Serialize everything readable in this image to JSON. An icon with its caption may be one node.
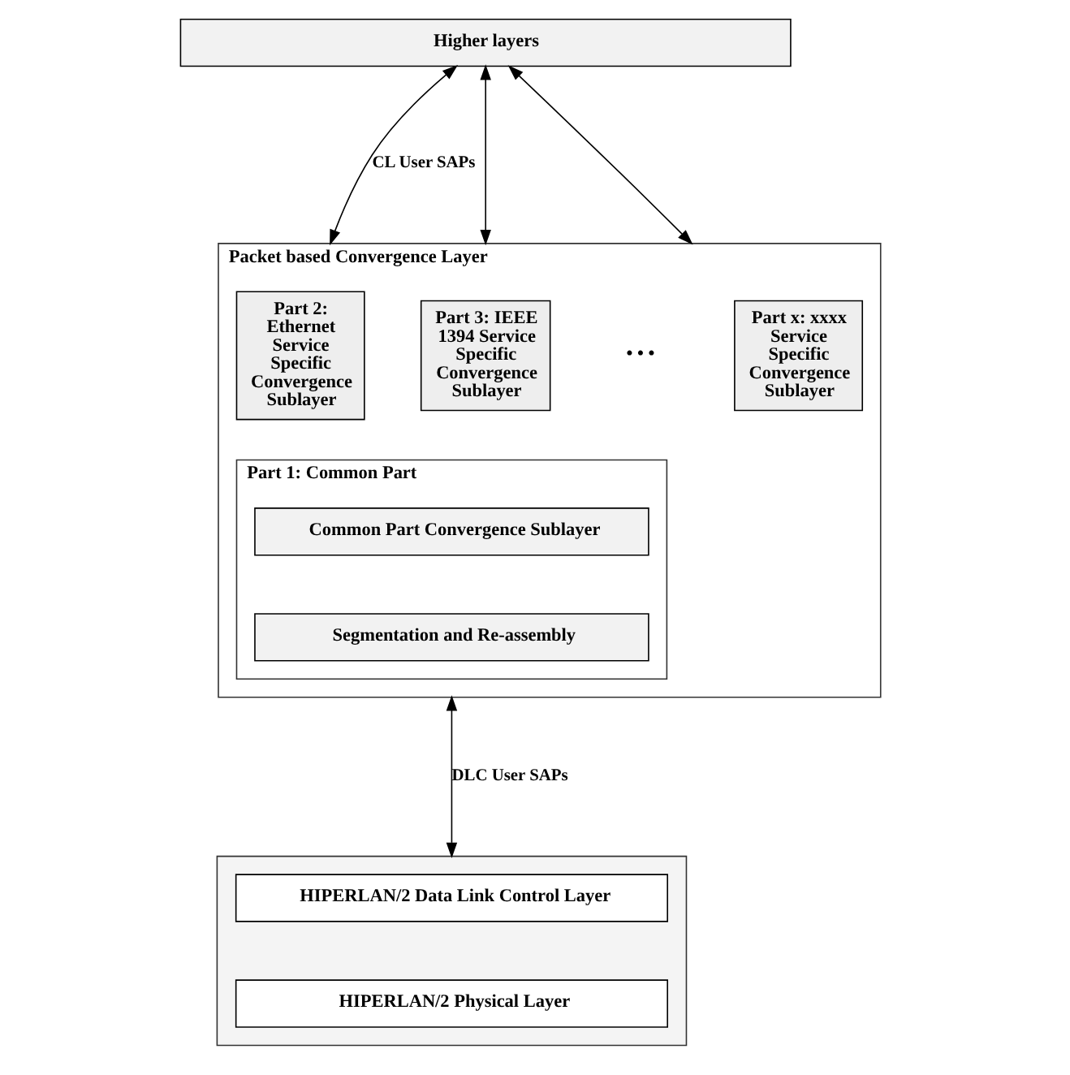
{
  "diagram": {
    "nodes": [
      {
        "text": [
          "Higher layers"
        ]
      },
      {
        "text": [
          "Packet based Convergence Layer"
        ]
      },
      {
        "text": [
          "Part 2: Ethernet Service Specific Convergence Sublayer"
        ],
        "in": 1
      },
      {
        "text": [
          "Part 3: IEEE 1394 Service Specific Convergence Sublayer"
        ],
        "in": 1
      },
      {
        "text": [
          "Part x: xxxx Service Specific Convergence Sublayer"
        ],
        "in": 1
      },
      {
        "text": [
          "Part 1: Common Part"
        ],
        "in": 1
      },
      {
        "text": [
          "Common Part Convergence Sublayer"
        ],
        "in": 5
      },
      {
        "text": [
          "Segmentation and Re-assembly"
        ],
        "in": 5
      },
      {
        "text": [],
        "shape": "box"
      },
      {
        "text": [
          "HIPERLAN/2 Data Link Control Layer"
        ],
        "in": 8
      },
      {
        "text": [
          "HIPERLAN/2 Physical Layer"
        ],
        "in": 8
      }
    ],
    "edges": [
      {
        "from": 0,
        "to": 1,
        "arrow": "both",
        "label": "CL User SAPs"
      },
      {
        "from": 0,
        "to": 1,
        "arrow": "both"
      },
      {
        "from": 0,
        "to": 1,
        "arrow": "both"
      },
      {
        "from": 1,
        "to": 8,
        "arrow": "both",
        "label": "DLC User SAPs"
      }
    ],
    "labels": [
      "• • •"
    ]
  }
}
